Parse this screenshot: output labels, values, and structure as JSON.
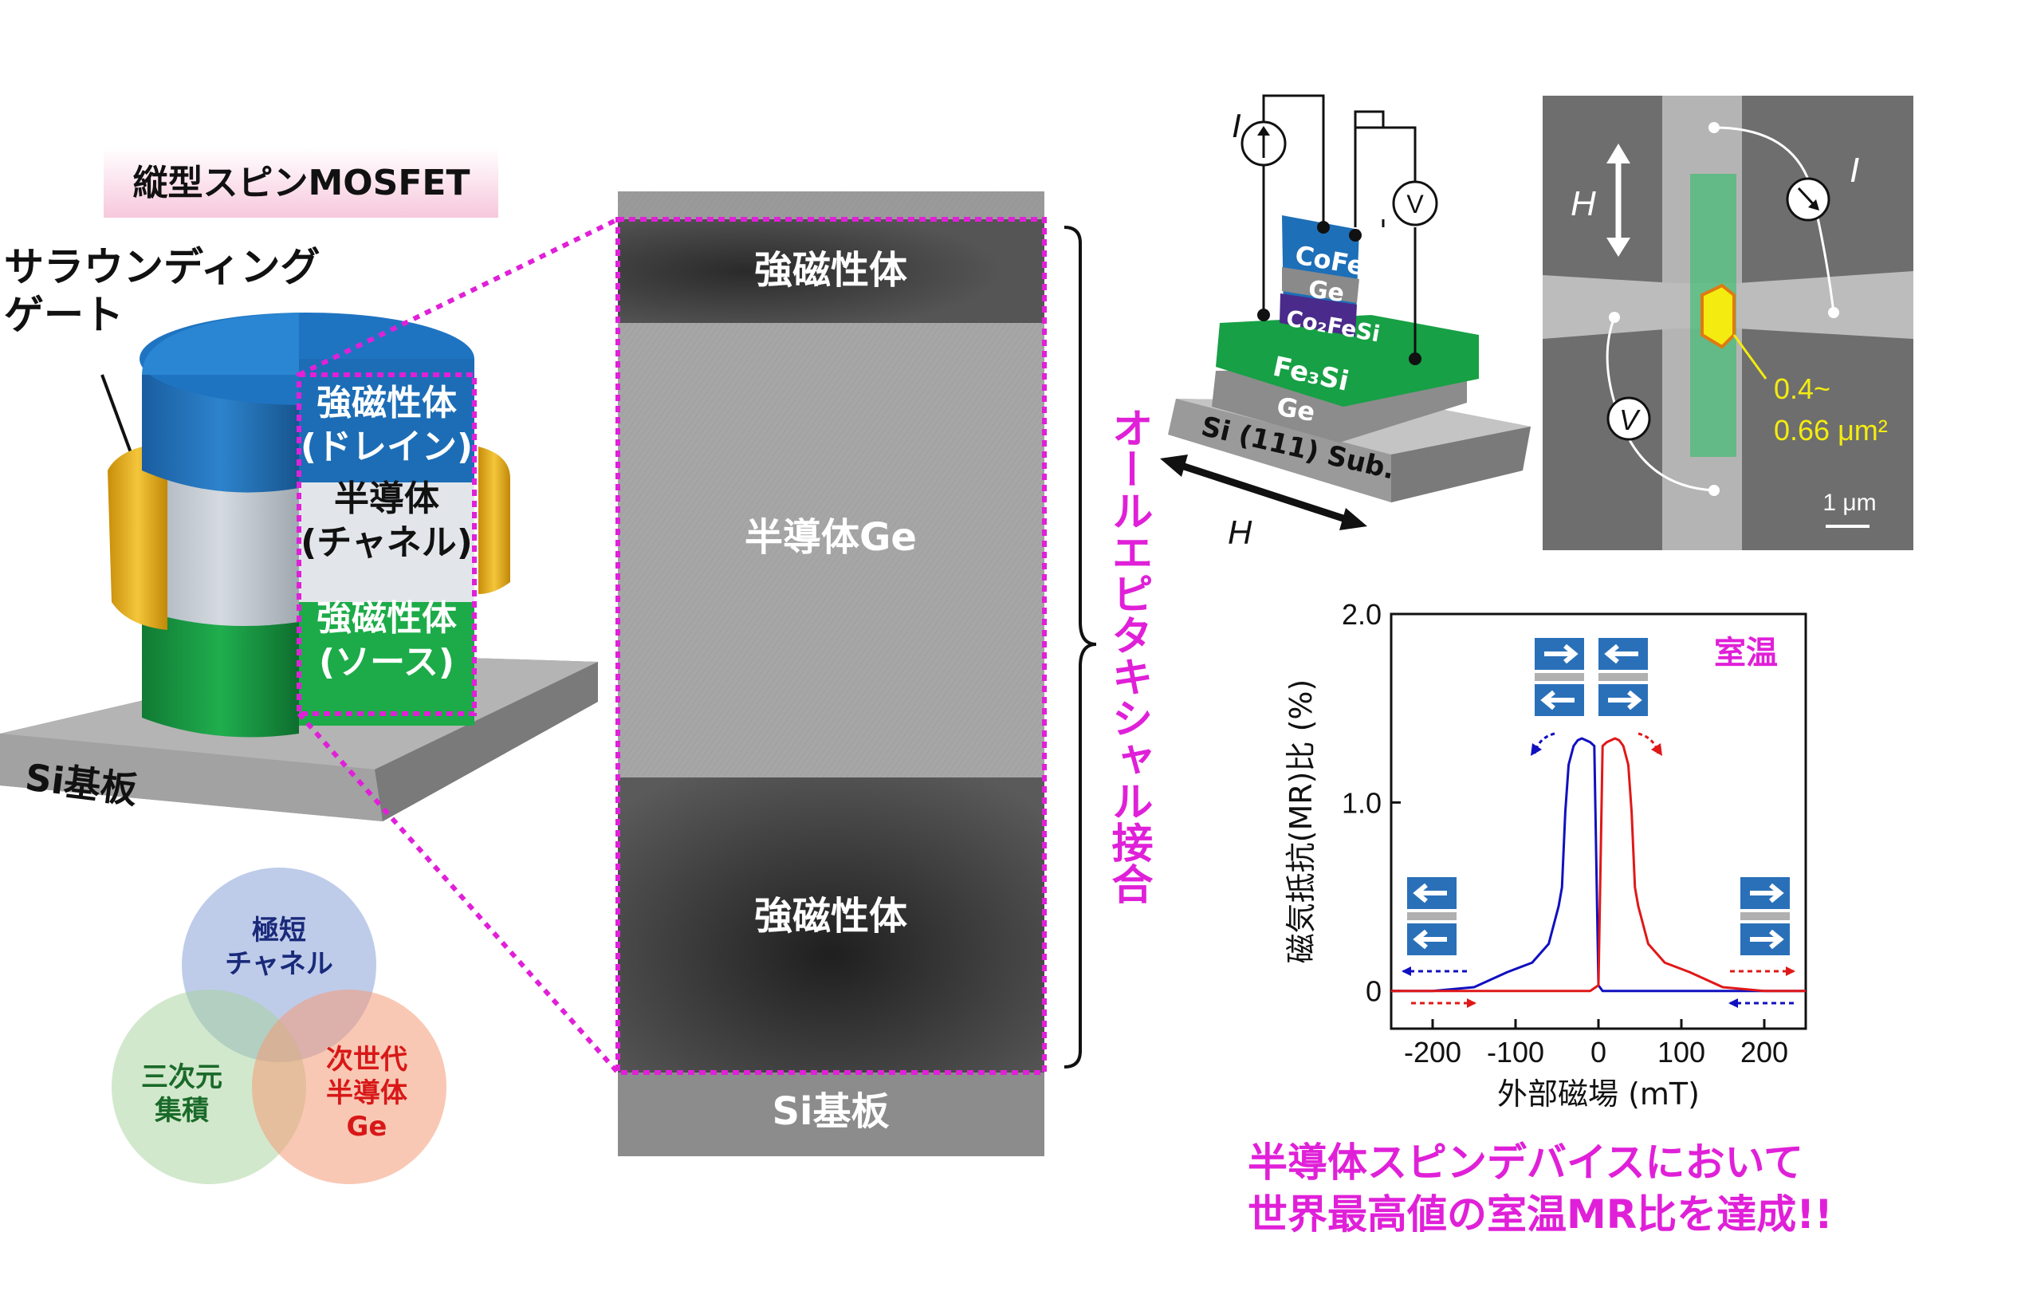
{
  "colors": {
    "magenta": "#e020d8",
    "drain_blue": "#1d6fb8",
    "channel_gray": "#c8c8c8",
    "source_green": "#17a045",
    "gate_gold": "#e8b21a",
    "substrate_gray": "#9a9a9a",
    "curve_blue": "#1010c0",
    "curve_red": "#e01818",
    "highlight_yellow": "#f4ec10",
    "navy": "#1a2a7a",
    "dark_green": "#1a6a2a",
    "red_text": "#d81818"
  },
  "title_badge": "縦型スピンMOSFET",
  "gate_label_line1": "サラウンディング",
  "gate_label_line2": "ゲート",
  "device_layers": {
    "drain_line1": "強磁性体",
    "drain_line2": "(ドレイン)",
    "channel_line1": "半導体",
    "channel_line2": "(チャネル)",
    "source_line1": "強磁性体",
    "source_line2": "(ソース)",
    "substrate": "Si基板"
  },
  "venn": {
    "top_line1": "極短",
    "top_line2": "チャネル",
    "left_line1": "三次元",
    "left_line2": "集積",
    "right_line1": "次世代",
    "right_line2": "半導体",
    "right_line3": "Ge"
  },
  "tem": {
    "top_layer": "強磁性体",
    "middle_layer": "半導体Ge",
    "bottom_layer": "強磁性体",
    "substrate": "Si基板"
  },
  "epitaxy_label": "オールエピタキシャル接合",
  "stack_diagram": {
    "current_label": "I",
    "voltmeter": "V",
    "layer_cofe": "CoFe",
    "layer_ge_top": "Ge",
    "layer_co2fesi": "Co₂FeSi",
    "layer_fe3si": "Fe₃Si",
    "layer_ge_bottom": "Ge",
    "substrate": "Si (111) Sub.",
    "field_label": "H"
  },
  "sem": {
    "field_label": "H",
    "current_label": "I",
    "voltage_label": "V",
    "area_line1": "0.4~",
    "area_line2": "0.66 μm²",
    "scale_bar": "1 μm"
  },
  "chart_data": {
    "type": "line",
    "title": "",
    "annotation": "室温",
    "xlabel": "外部磁場 (mT)",
    "ylabel": "磁気抵抗(MR)比 (%)",
    "xlim": [
      -250,
      250
    ],
    "ylim": [
      -0.2,
      2.0
    ],
    "x_ticks": [
      -200,
      -100,
      0,
      100,
      200
    ],
    "x_tick_labels": [
      "-200",
      "-100",
      "0",
      "100",
      "200"
    ],
    "y_ticks": [
      0,
      1.0,
      2.0
    ],
    "y_tick_labels": [
      "0",
      "1.0",
      "2.0"
    ],
    "series": [
      {
        "color": "#1010c0",
        "sweep": "decreasing field",
        "x": [
          -250,
          -200,
          -150,
          -110,
          -80,
          -60,
          -48,
          -44,
          -40,
          -36,
          -30,
          -25,
          -20,
          -15,
          -10,
          -5,
          0,
          5,
          10,
          50,
          100,
          150,
          200,
          250
        ],
        "y": [
          0.0,
          0.0,
          0.02,
          0.1,
          0.15,
          0.25,
          0.45,
          0.55,
          0.95,
          1.2,
          1.3,
          1.33,
          1.34,
          1.33,
          1.32,
          1.3,
          0.03,
          0.0,
          0.0,
          0.0,
          0.0,
          0.0,
          0.0,
          0.0
        ]
      },
      {
        "color": "#e01818",
        "sweep": "increasing field",
        "x": [
          -250,
          -200,
          -150,
          -100,
          -50,
          -10,
          0,
          5,
          10,
          15,
          20,
          25,
          30,
          36,
          40,
          44,
          48,
          60,
          80,
          110,
          150,
          200,
          250
        ],
        "y": [
          0.0,
          0.0,
          0.0,
          0.0,
          0.0,
          0.0,
          0.03,
          1.3,
          1.32,
          1.33,
          1.34,
          1.33,
          1.3,
          1.2,
          0.95,
          0.55,
          0.45,
          0.25,
          0.15,
          0.1,
          0.02,
          0.0,
          0.0
        ]
      }
    ]
  },
  "conclusion_line1": "半導体スピンデバイスにおいて",
  "conclusion_line2": "世界最高値の室温MR比を達成!!"
}
